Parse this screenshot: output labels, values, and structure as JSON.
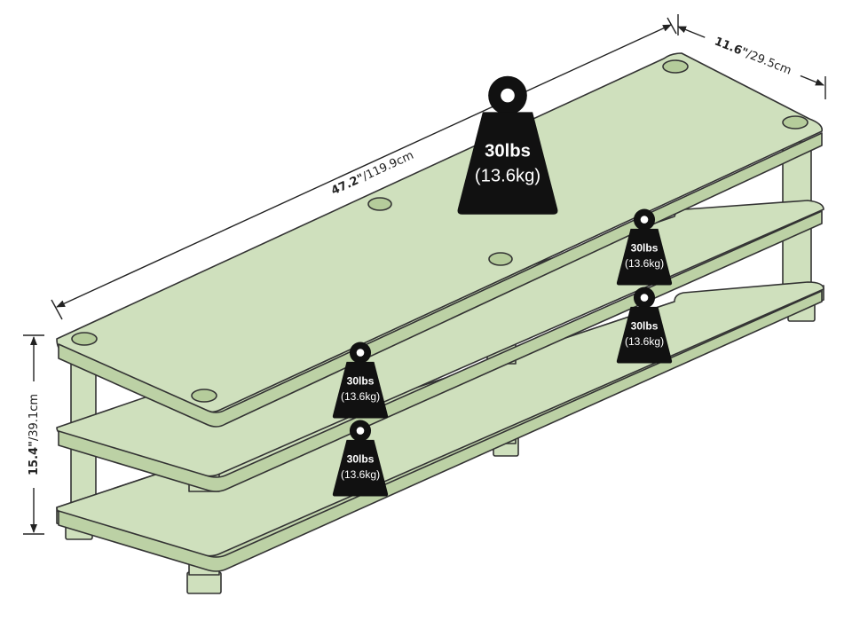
{
  "dimensions": {
    "width": {
      "imperial": "47.2\"",
      "metric": "119.9cm"
    },
    "depth": {
      "imperial": "11.6\"",
      "metric": "29.5cm"
    },
    "height": {
      "imperial": "15.4\"",
      "metric": "39.1cm"
    }
  },
  "capacity": {
    "top": {
      "lbs": "30lbs",
      "kg": "(13.6kg)"
    },
    "middle_right": {
      "lbs": "30lbs",
      "kg": "(13.6kg)"
    },
    "bottom_right": {
      "lbs": "30lbs",
      "kg": "(13.6kg)"
    },
    "middle_left": {
      "lbs": "30lbs",
      "kg": "(13.6kg)"
    },
    "bottom_left": {
      "lbs": "30lbs",
      "kg": "(13.6kg)"
    }
  },
  "colors": {
    "shelf_fill": "#cfe0bd",
    "shelf_stroke": "#333333",
    "weight_fill": "#111111"
  }
}
